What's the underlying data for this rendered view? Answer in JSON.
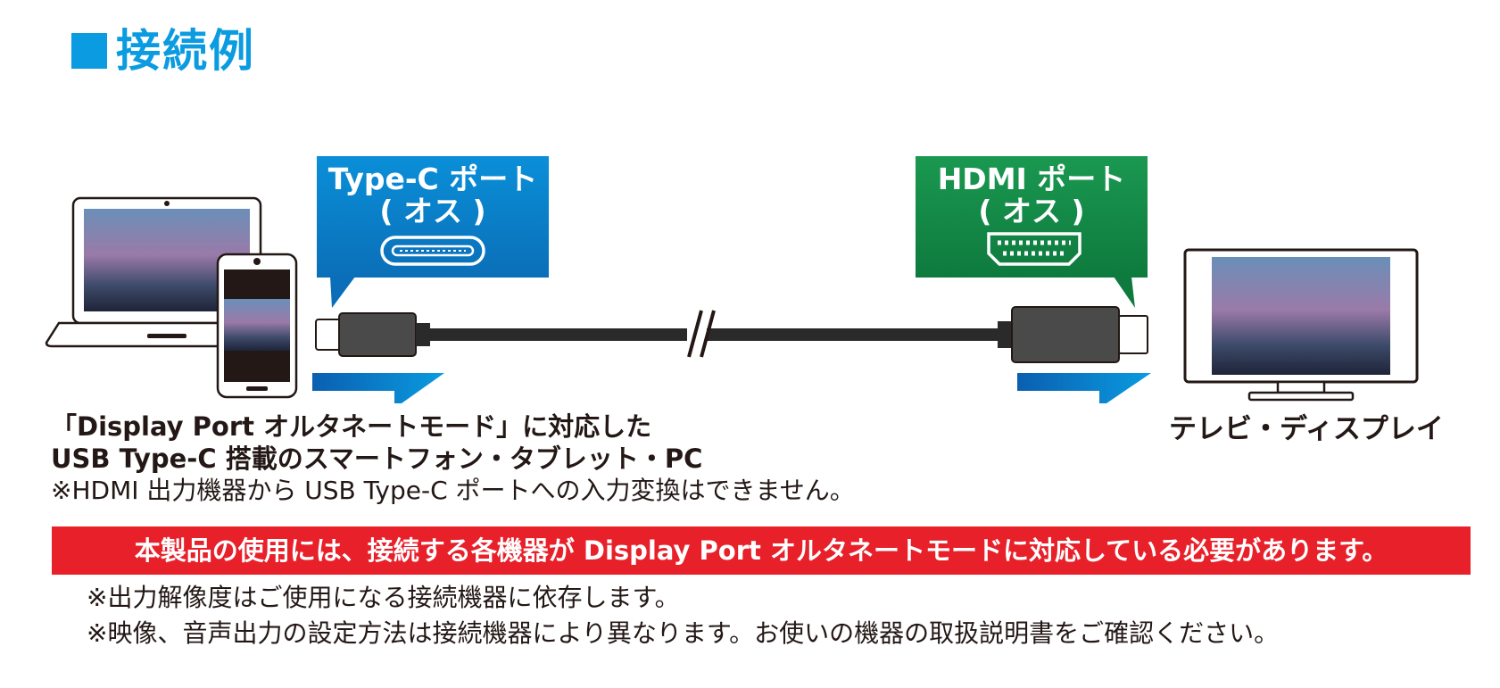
{
  "header": {
    "title": "接続例"
  },
  "callouts": {
    "typec": {
      "line1": "Type-C ポート",
      "line2": "( オス )"
    },
    "hdmi": {
      "line1": "HDMI ポート",
      "line2": "( オス )"
    }
  },
  "labels": {
    "source_line1": "「Display Port オルタネートモード」に対応した",
    "source_line2": "USB Type-C 搭載のスマートフォン・タブレット・PC",
    "source_note": "※HDMI 出力機器から USB Type-C ポートへの入力変換はできません。",
    "sink": "テレビ・ディスプレイ"
  },
  "banner": {
    "text": "本製品の使用には、接続する各機器が Display Port オルタネートモードに対応している必要があります。"
  },
  "footnotes": [
    "※出力解像度はご使用になる接続機器に依存します。",
    "※映像、音声出力の設定方法は接続機器により異なります。お使いの機器の取扱説明書をご確認ください。"
  ],
  "colors": {
    "accent_blue": "#0a9be0",
    "hdmi_green": "#0e7a3e",
    "banner_red": "#e8202a",
    "cable": "#2a2a2a"
  },
  "icons": {
    "laptop": "laptop-icon",
    "phone": "smartphone-icon",
    "tv": "tv-icon",
    "usb_c": "usb-c-port-icon",
    "hdmi": "hdmi-port-icon"
  }
}
